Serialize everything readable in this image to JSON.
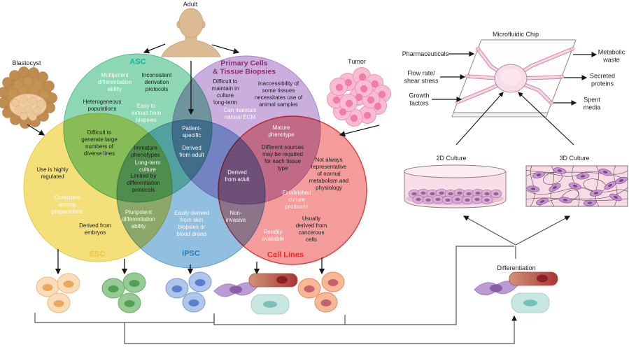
{
  "sources": {
    "blastocyst": "Blastocyst",
    "adult": "Adult",
    "tumor": "Tumor"
  },
  "venn": {
    "labels": {
      "asc": "ASC",
      "primary": "Primary Cells\n& Tissue Biopsies",
      "esc": "ESC",
      "ipsc": "iPSC",
      "cell_lines": "Cell Lines"
    },
    "label_colors": {
      "asc": "#14b292",
      "primary": "#8c2d72",
      "esc": "#edc53f",
      "ipsc": "#2c7cb8",
      "cell_lines": "#e72c2c"
    },
    "circle_colors": {
      "asc": "#8ed7b4",
      "primary": "#c9aede",
      "esc": "#f4df79",
      "ipsc": "#92bfe0",
      "cell_lines": "#f49b9b"
    },
    "notes": {
      "asc_multipotent": "Multipotent\ndifferentiation\nability",
      "asc_inconsistent": "Inconsistent\nderivation\nprotocols",
      "asc_heterogeneous": "Heterogeneous\npopulations",
      "asc_easy_extract": "Easy to\nextract from\nbiopsies",
      "asc_esc_difficult": "Difficult to\ngenerate large\nnumbers of\ndiverse lines",
      "esc_regulated": "Use is highly\nregulated",
      "esc_consistent": "Consistent\namong\npreparations",
      "esc_embryos": "Derived from\nembryos",
      "asc_ipsc_immature": "Immature\nphenotypes",
      "asc_ipsc_longterm": "Long-term\nculture",
      "asc_ipsc_limited": "Limited by\ndifferentiation\nprotocols",
      "esc_ipsc_pluripotent": "Pluripotent\ndifferentiation\nability",
      "ipsc_easily": "Easily derived\nfrom skin\nbiopsies or\nblood draws",
      "center_patient": "Patient-\nspecific",
      "center_derived": "Derived\nfrom adult",
      "ipsc_cl_noninvasive": "Non-\ninvasive",
      "ipsc_primary_cl_derived": "Derived\nfrom adult",
      "primary_difficult": "Difficult to\nmaintain in\nculture\nlong-term",
      "primary_inaccessibility": "Inaccessibility of\nsome tissues\nnecessitates use of\nanimal samples",
      "primary_ecm": "Can maintain\nnatural ECM",
      "primary_cl_mature": "Mature\nphenotype",
      "primary_cl_sources": "Different sources\nmay be required\nfor each tissue\ntype",
      "cl_not_representative": "Not always\nrepresentative\nof normal\nmetabolism and\nphysiology",
      "cl_established": "Established\nculture\nprotocols",
      "cl_cancerous": "Usually\nderived from\ncancerous\ncells",
      "cl_readily": "Readily\navailable"
    }
  },
  "chip": {
    "title": "Microfluidic Chip",
    "inputs": {
      "pharmaceuticals": "Pharmaceuticals",
      "flow": "Flow rate/\nshear stress",
      "growth": "Growth\nfactors"
    },
    "outputs": {
      "metabolic": "Metabolic\nwaste",
      "secreted": "Secreted\nproteins",
      "spent": "Spent\nmedia"
    }
  },
  "cultures": {
    "two_d": "2D Culture",
    "three_d": "3D Culture"
  },
  "process": {
    "differentiation": "Differentiation"
  }
}
